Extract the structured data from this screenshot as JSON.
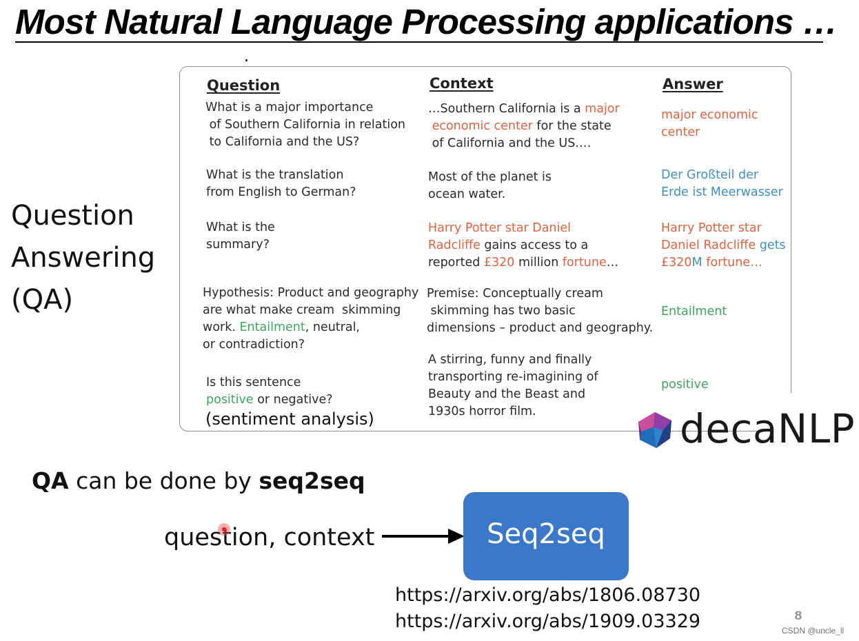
{
  "slide": {
    "title": "Most Natural Language Processing applications …",
    "side_label": "Question\nAnswering\n(QA)",
    "page_number": "8",
    "watermark": "CSDN @uncle_ll"
  },
  "table": {
    "headers": {
      "question": "Question",
      "context": "Context",
      "answer": "Answer"
    },
    "rows": [
      {
        "question": [
          {
            "t": "What is a major importance\n of Southern California in relation\n to California and the US?",
            "c": ""
          }
        ],
        "context": [
          {
            "t": "…Southern California is a ",
            "c": ""
          },
          {
            "t": "major\n economic center",
            "c": "o"
          },
          {
            "t": " for the state\n of California and the US.…",
            "c": ""
          }
        ],
        "answer": [
          {
            "t": "major economic\ncenter",
            "c": "o"
          }
        ]
      },
      {
        "question": [
          {
            "t": "What is the translation\nfrom English to German?",
            "c": ""
          }
        ],
        "context": [
          {
            "t": "Most of the planet is\nocean water.",
            "c": ""
          }
        ],
        "answer": [
          {
            "t": "Der Großteil der\nErde ist Meerwasser",
            "c": "b"
          }
        ]
      },
      {
        "question": [
          {
            "t": "What is the\nsummary?",
            "c": ""
          }
        ],
        "context": [
          {
            "t": "Harry Potter star Daniel\nRadcliffe",
            "c": "o"
          },
          {
            "t": " gains access to a\nreported ",
            "c": ""
          },
          {
            "t": "£320",
            "c": "o"
          },
          {
            "t": " million ",
            "c": ""
          },
          {
            "t": "fortune",
            "c": "o"
          },
          {
            "t": "…",
            "c": ""
          }
        ],
        "answer": [
          {
            "t": "Harry Potter star\nDaniel Radcliffe",
            "c": "o"
          },
          {
            "t": " gets\n",
            "c": "b"
          },
          {
            "t": "£320",
            "c": "o"
          },
          {
            "t": "M",
            "c": "b"
          },
          {
            "t": " fortune…",
            "c": "o"
          }
        ]
      },
      {
        "question": [
          {
            "t": "Hypothesis: Product and geography\nare what make cream  skimming\nwork. ",
            "c": ""
          },
          {
            "t": "Entailment",
            "c": "g"
          },
          {
            "t": ", neutral,\nor contradiction?",
            "c": ""
          }
        ],
        "context": [
          {
            "t": "Premise: Conceptually cream\n skimming has two basic\ndimensions – product and geography.",
            "c": ""
          }
        ],
        "answer": [
          {
            "t": "Entailment",
            "c": "g"
          }
        ]
      },
      {
        "question": [
          {
            "t": "Is this sentence\n",
            "c": ""
          },
          {
            "t": "positive",
            "c": "g"
          },
          {
            "t": " or negative?",
            "c": ""
          }
        ],
        "question_extra": "(sentiment analysis)",
        "context": [
          {
            "t": "A stirring, funny and finally\ntransporting re-imagining of\nBeauty and the Beast and\n1930s horror film.",
            "c": ""
          }
        ],
        "answer": [
          {
            "t": "positive",
            "c": "g"
          }
        ]
      }
    ]
  },
  "logo": {
    "text": "decaNLP",
    "icon": "decanlp-polyhedron-icon"
  },
  "bottom": {
    "qa_prefix": "QA",
    "qa_middle": " can be done by ",
    "qa_bold": "seq2seq",
    "input_label": "question, context",
    "box_label": "Seq2seq",
    "links": [
      "https://arxiv.org/abs/1806.08730",
      "https://arxiv.org/abs/1909.03329"
    ]
  },
  "colors": {
    "orange": "#e2613f",
    "blue": "#3d8fc7",
    "green": "#3aa757",
    "box_blue": "#3b78c9"
  }
}
